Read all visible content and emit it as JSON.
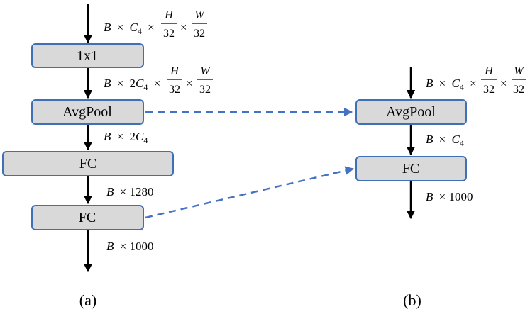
{
  "panel_a": {
    "caption": "(a)",
    "boxes": {
      "conv": "1x1",
      "pool": "AvgPool",
      "fc1": "FC",
      "fc2": "FC"
    },
    "shapes": {
      "input": {
        "B": "B",
        "times": "×",
        "C": "C",
        "sub": "4",
        "num1": "H",
        "den1": "32",
        "num2": "W",
        "den2": "32"
      },
      "after_conv": {
        "B": "B",
        "times": "×",
        "coef": "2",
        "C": "C",
        "sub": "4",
        "num1": "H",
        "den1": "32",
        "num2": "W",
        "den2": "32"
      },
      "after_pool": {
        "B": "B",
        "times": "×",
        "coef": "2",
        "C": "C",
        "sub": "4"
      },
      "after_fc1": {
        "B": "B",
        "rest": "× 1280"
      },
      "after_fc2": {
        "B": "B",
        "rest": "× 1000"
      }
    }
  },
  "panel_b": {
    "caption": "(b)",
    "boxes": {
      "pool": "AvgPool",
      "fc": "FC"
    },
    "shapes": {
      "input": {
        "B": "B",
        "times": "×",
        "C": "C",
        "sub": "4",
        "num1": "H",
        "den1": "32",
        "num2": "W",
        "den2": "32"
      },
      "after_pool": {
        "B": "B",
        "times": "×",
        "C": "C",
        "sub": "4"
      },
      "after_fc": {
        "B": "B",
        "rest": "× 1000"
      }
    }
  }
}
